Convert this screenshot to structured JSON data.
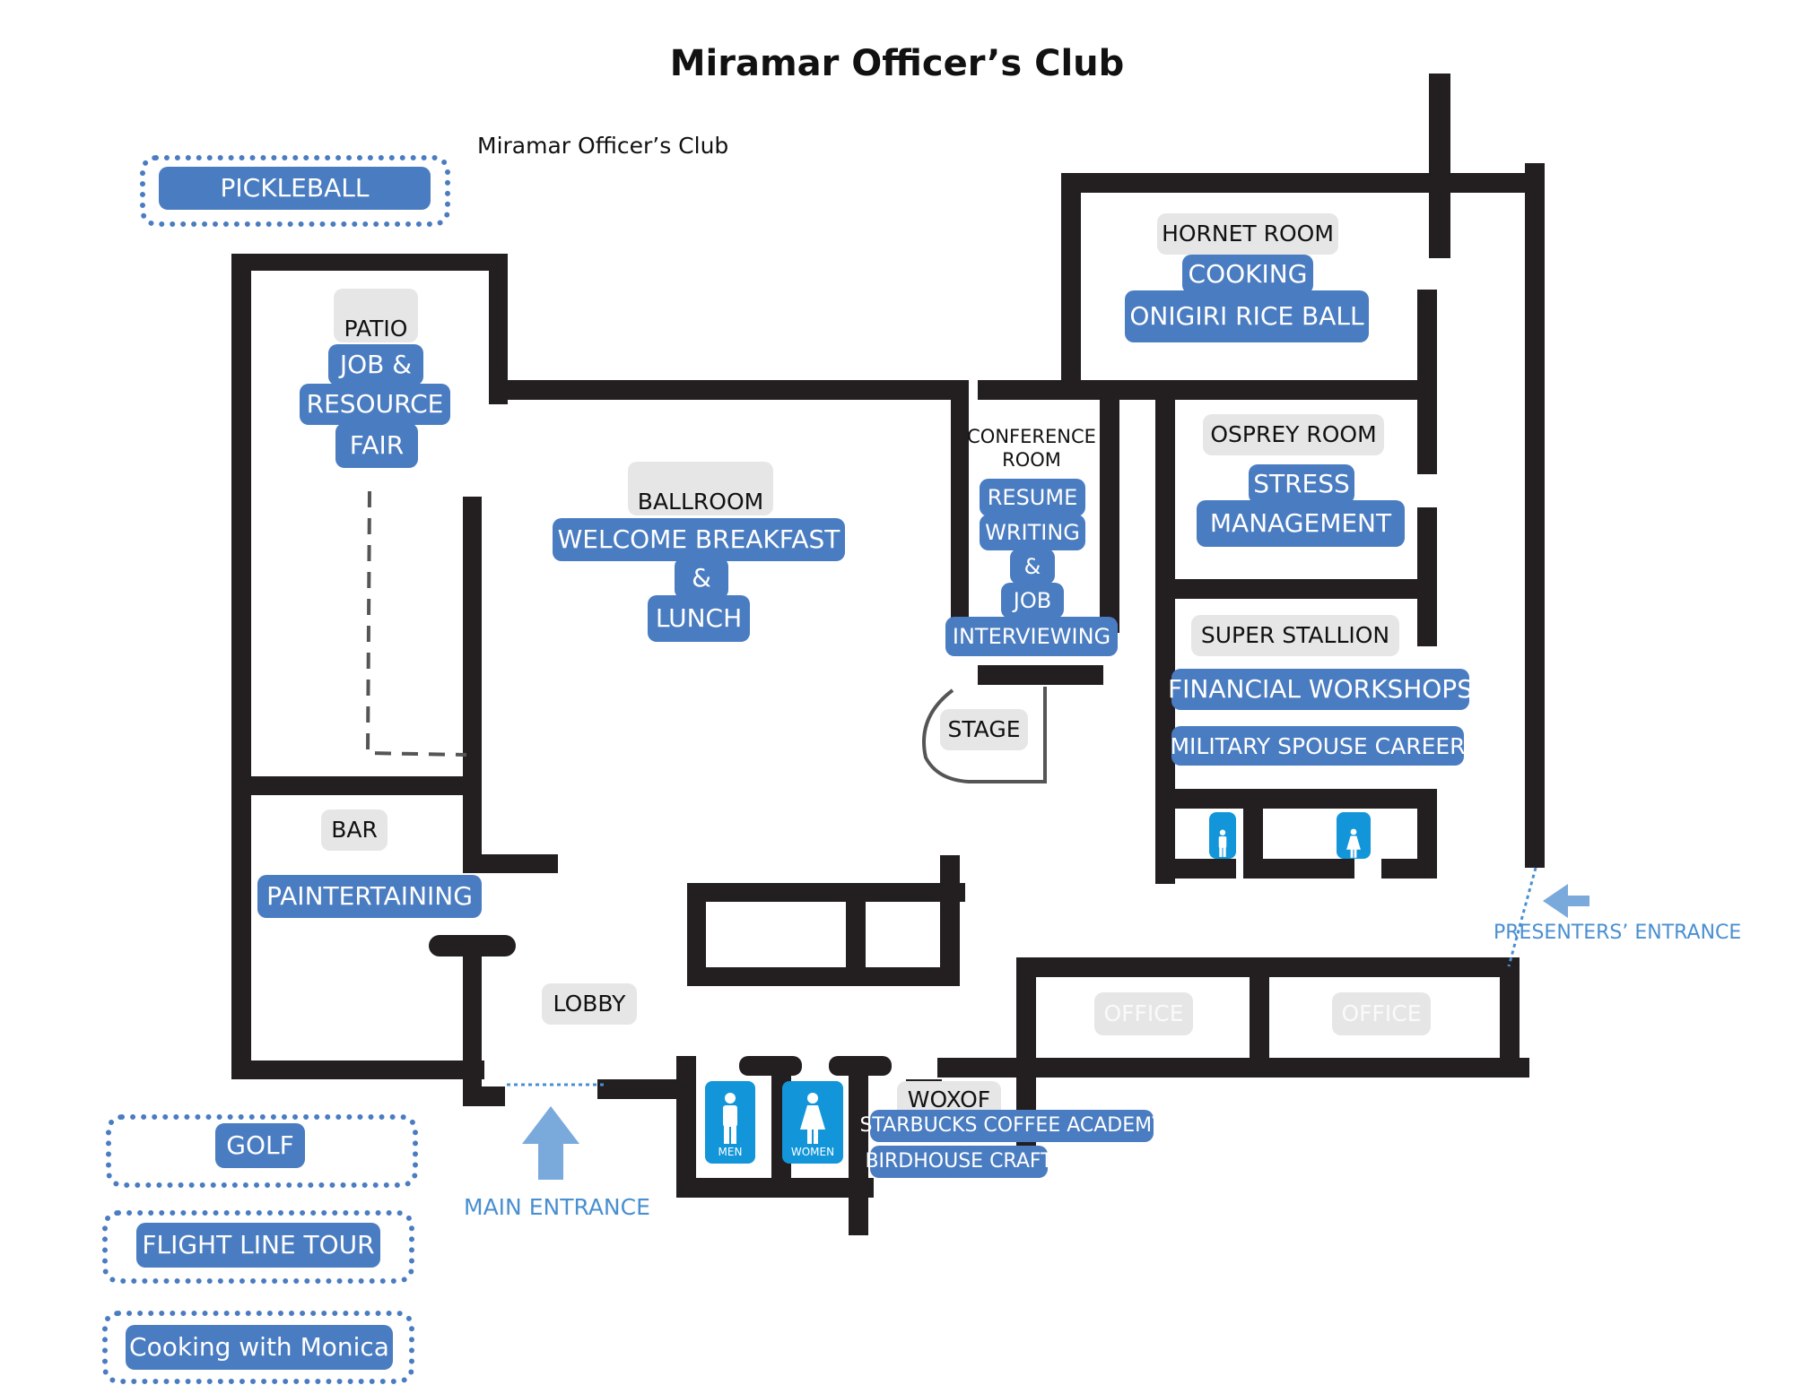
{
  "title": "Miramar Officer’s Club",
  "subtitle": "Miramar Officer’s Club",
  "rooms": {
    "patio": "PATIO",
    "ballroom": "BALLROOM",
    "conference_line1": "CONFERENCE",
    "conference_line2": "ROOM",
    "hornet": "HORNET ROOM",
    "osprey": "OSPREY ROOM",
    "super_stallion": "SUPER STALLION",
    "stage": "STAGE",
    "bar": "BAR",
    "lobby": "LOBBY",
    "woxof": "WOXOF",
    "office_1": "OFFICE",
    "office_2": "OFFICE"
  },
  "events": {
    "pickleball": "PICKLEBALL",
    "job_fair_1": "JOB &",
    "job_fair_2": "RESOURCE",
    "job_fair_3": "FAIR",
    "breakfast_1": "WELCOME BREAKFAST",
    "breakfast_2": "&",
    "breakfast_3": "LUNCH",
    "resume_1": "RESUME",
    "resume_2": "WRITING",
    "resume_3": "&",
    "resume_4": "JOB",
    "resume_5": "INTERVIEWING",
    "cooking_1": "COOKING",
    "cooking_2": "ONIGIRI RICE BALL",
    "stress_1": "STRESS",
    "stress_2": "MANAGEMENT",
    "financial": "FINANCIAL WORKSHOPS",
    "spouse": "MILITARY SPOUSE CAREER",
    "paintertaining": "PAINTERTAINING",
    "starbucks": "STARBUCKS COFFEE ACADEMY",
    "birdhouse": "BIRDHOUSE CRAFT",
    "golf": "GOLF",
    "flight_line": "FLIGHT LINE TOUR",
    "cooking_monica": "Cooking with Monica"
  },
  "entrances": {
    "main": "MAIN ENTRANCE",
    "presenters": "PRESENTERS’ ENTRANCE"
  },
  "restrooms": {
    "men": "MEN",
    "women": "WOMEN"
  },
  "colors": {
    "event_blue": "#4a7cc1",
    "entrance_blue": "#4a8fd1",
    "restroom_blue": "#1296d9",
    "wall": "#231f20",
    "room_label_bg": "#e6e6e7"
  },
  "icons": [
    "arrow-up-icon",
    "arrow-left-icon",
    "men-restroom-icon",
    "women-restroom-icon"
  ]
}
